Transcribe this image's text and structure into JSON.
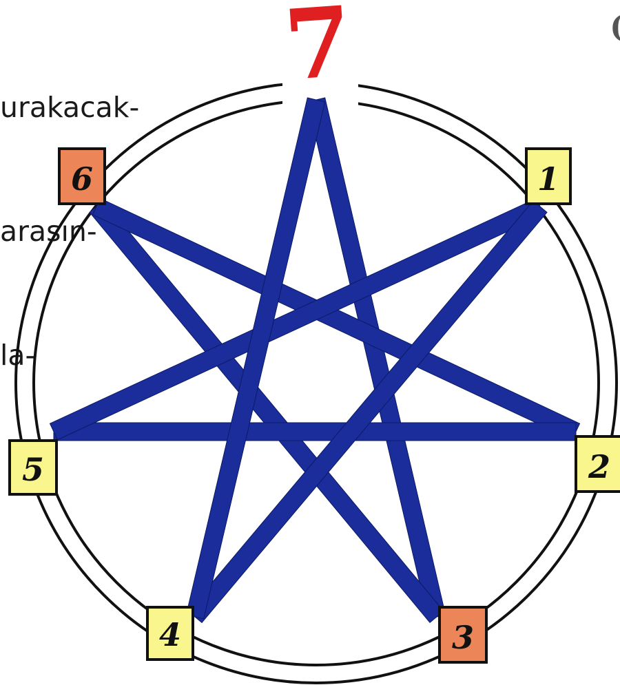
{
  "side_text": {
    "line1": "urakacak-",
    "line2": "arasın-",
    "line3": "la-"
  },
  "side_mark": "(",
  "diagram": {
    "top_label": "7",
    "top_label_color": "#e02020",
    "star_color": "#1a2d9a",
    "box_colors": {
      "yellow": "#f8f68c",
      "orange": "#ec8659"
    },
    "boxes": [
      {
        "label": "1",
        "fill": "yellow"
      },
      {
        "label": "2",
        "fill": "yellow"
      },
      {
        "label": "3",
        "fill": "orange"
      },
      {
        "label": "4",
        "fill": "yellow"
      },
      {
        "label": "5",
        "fill": "yellow"
      },
      {
        "label": "6",
        "fill": "orange"
      }
    ]
  }
}
